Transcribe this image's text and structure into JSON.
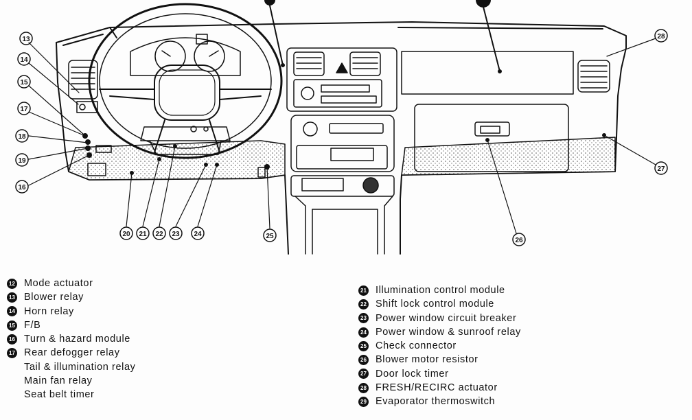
{
  "callouts": [
    "13",
    "14",
    "15",
    "17",
    "18",
    "19",
    "16",
    "20",
    "21",
    "22",
    "23",
    "24",
    "25",
    "26",
    "27",
    "28"
  ],
  "legend_left": [
    {
      "num": "12",
      "text": "Mode actuator"
    },
    {
      "num": "13",
      "text": "Blower relay"
    },
    {
      "num": "14",
      "text": "Horn relay"
    },
    {
      "num": "15",
      "text": "F/B"
    },
    {
      "num": "16",
      "text": "Turn & hazard module"
    },
    {
      "num": "17",
      "text": "Rear defogger relay"
    },
    {
      "num": "",
      "text": "Tail & illumination relay"
    },
    {
      "num": "",
      "text": "Main fan relay"
    },
    {
      "num": "",
      "text": "Seat belt timer"
    }
  ],
  "legend_right": [
    {
      "num": "21",
      "text": "Illumination control module"
    },
    {
      "num": "22",
      "text": "Shift lock control module"
    },
    {
      "num": "23",
      "text": "Power window circuit breaker"
    },
    {
      "num": "24",
      "text": "Power window & sunroof relay"
    },
    {
      "num": "25",
      "text": "Check connector"
    },
    {
      "num": "26",
      "text": "Blower motor resistor"
    },
    {
      "num": "27",
      "text": "Door lock timer"
    },
    {
      "num": "28",
      "text": "FRESH/RECIRC actuator"
    },
    {
      "num": "29",
      "text": "Evaporator thermoswitch"
    }
  ]
}
